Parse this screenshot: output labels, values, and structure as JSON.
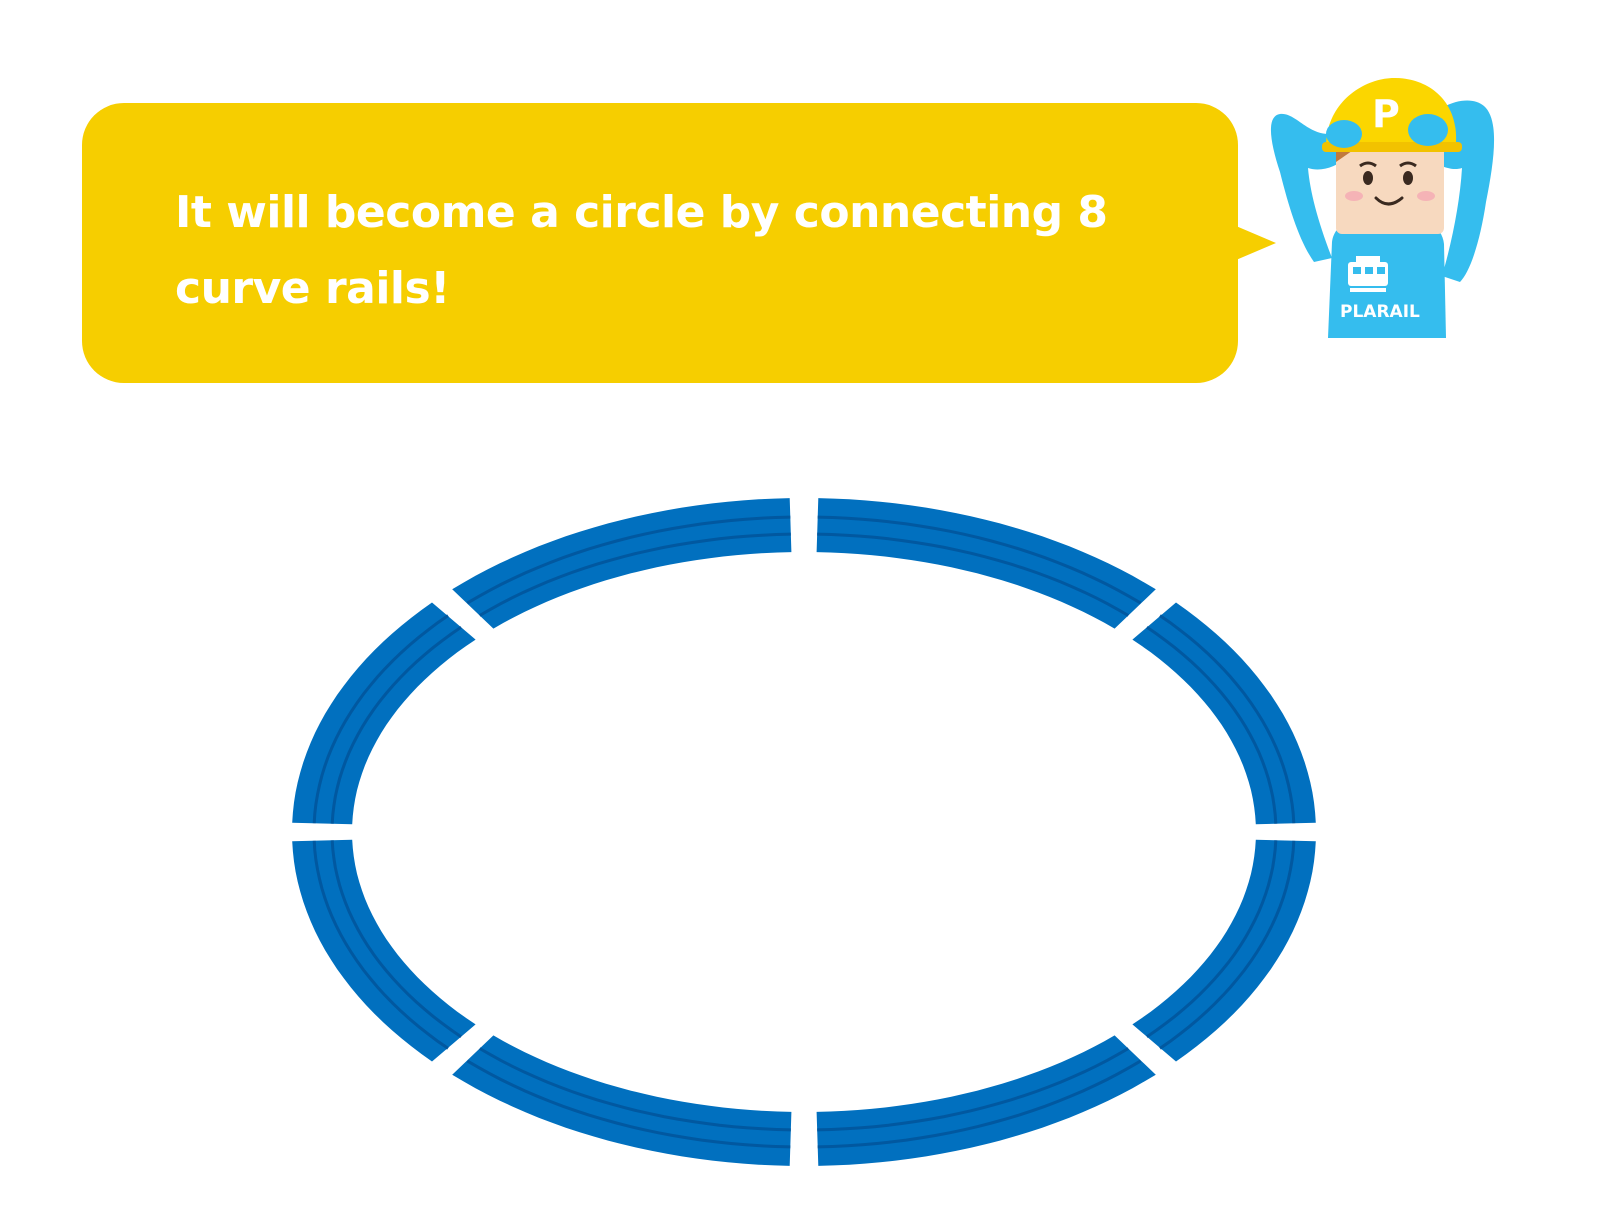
{
  "speech_bubble": {
    "text": "It will become a circle by connecting 8 curve rails!",
    "color": "#F6CE00",
    "text_color": "#FFFFFF"
  },
  "mascot": {
    "helmet_letter": "P",
    "shirt_logo": "PLARAIL",
    "shirt_color": "#35BDEE",
    "helmet_color": "#FBD600"
  },
  "track": {
    "rail_count": 8,
    "rail_color": "#0170BF",
    "groove_color": "#0158A0"
  }
}
